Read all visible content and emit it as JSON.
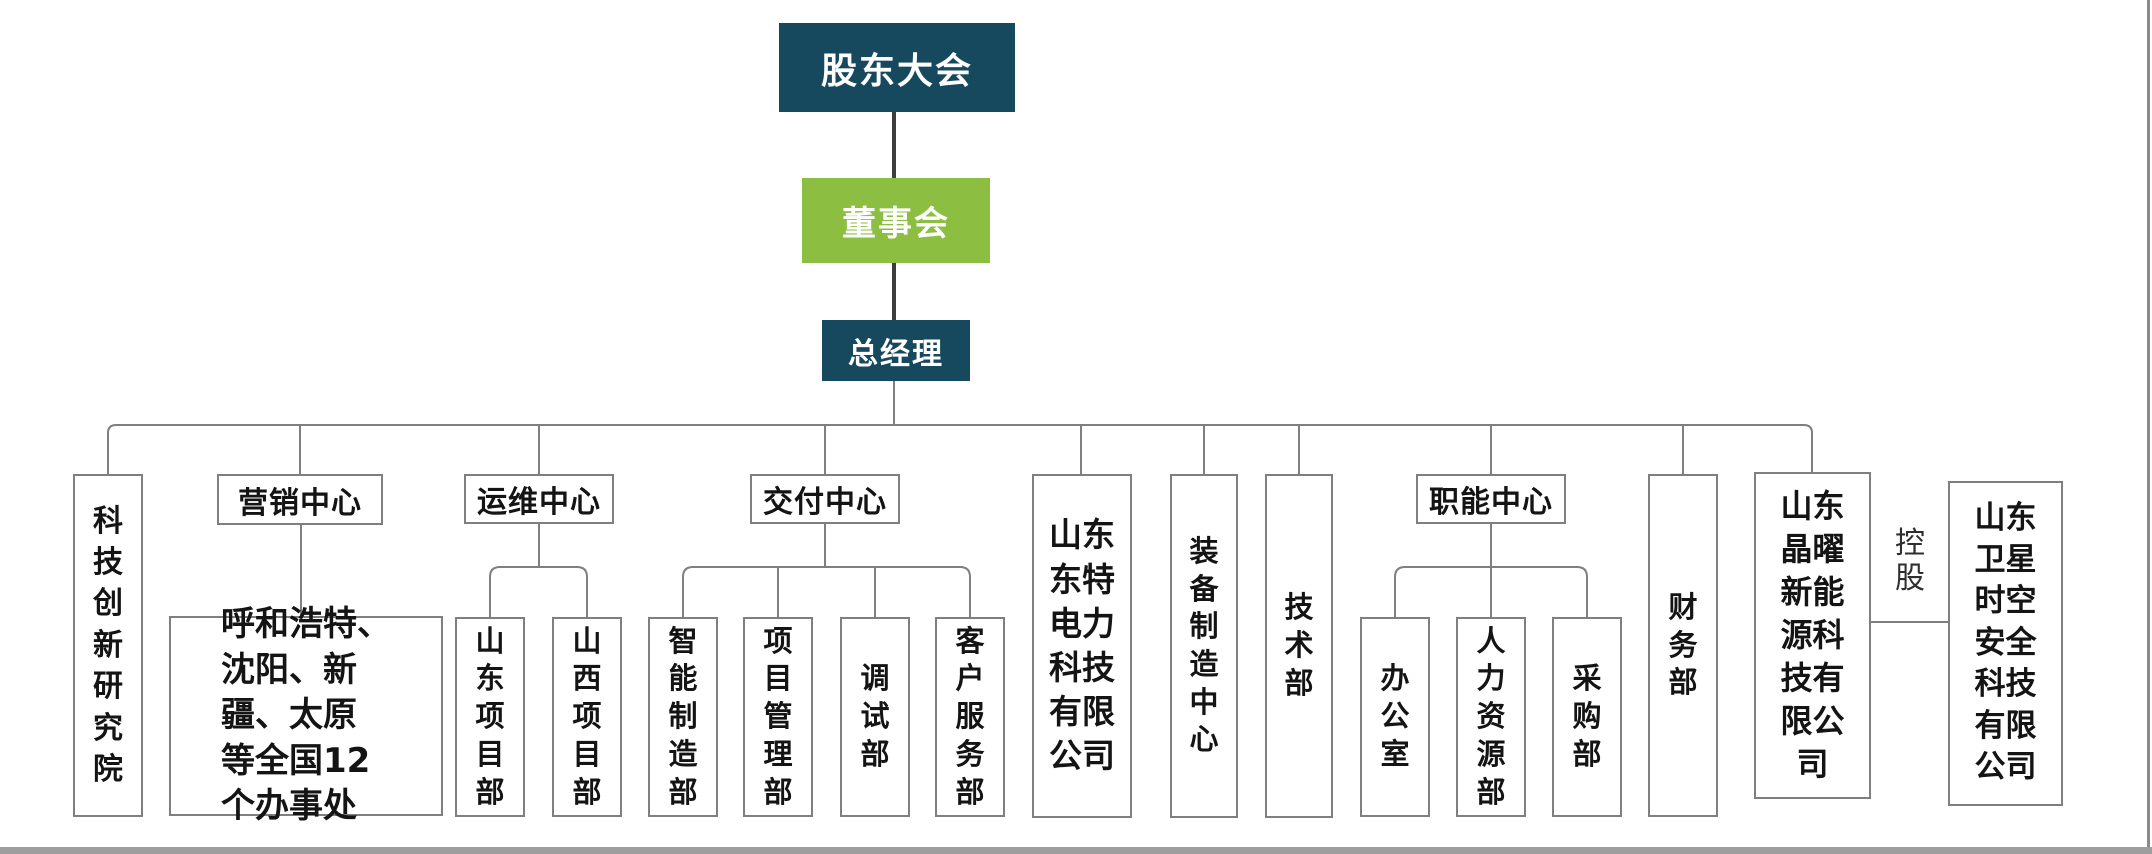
{
  "palette": {
    "teal": "#17495e",
    "green": "#8cbe41",
    "box_border": "#7f7f7f",
    "line_grey": "#7f7f7f",
    "dark_line": "#3d3d3d",
    "text": "#141414",
    "scrollbar": "#9e9e9e"
  },
  "nodes": {
    "shareholders_meeting": "股东大会",
    "board_of_directors": "董事会",
    "general_manager": "总经理",
    "tech_innovation_institute": "科技创新研究院",
    "marketing_center": "营销中心",
    "marketing_offices": "呼和浩特、\n沈阳、新\n疆、太原\n等全国12\n个办事处",
    "om_center": "运维中心",
    "shandong_project_dept": "山东项目部",
    "shanxi_project_dept": "山西项目部",
    "delivery_center": "交付中心",
    "smart_manufacturing_dept": "智能制造部",
    "project_mgmt_dept": "项目管理部",
    "commissioning_dept": "调试部",
    "customer_service_dept": "客户服务部",
    "sd_dongte_electric": "山东东特电力科技有限公司",
    "equipment_mfg_center": "装备制造中心",
    "technology_dept": "技术部",
    "functional_center": "职能中心",
    "office": "办公室",
    "hr_dept": "人力资源部",
    "procurement_dept": "采购部",
    "finance_dept": "财务部",
    "sd_jingyao_new_energy": "山东晶曜新能源科技有限公司",
    "sd_satellite_spacetime": "山东卫星时空安全科技有限公司",
    "holding_label": "控股"
  }
}
